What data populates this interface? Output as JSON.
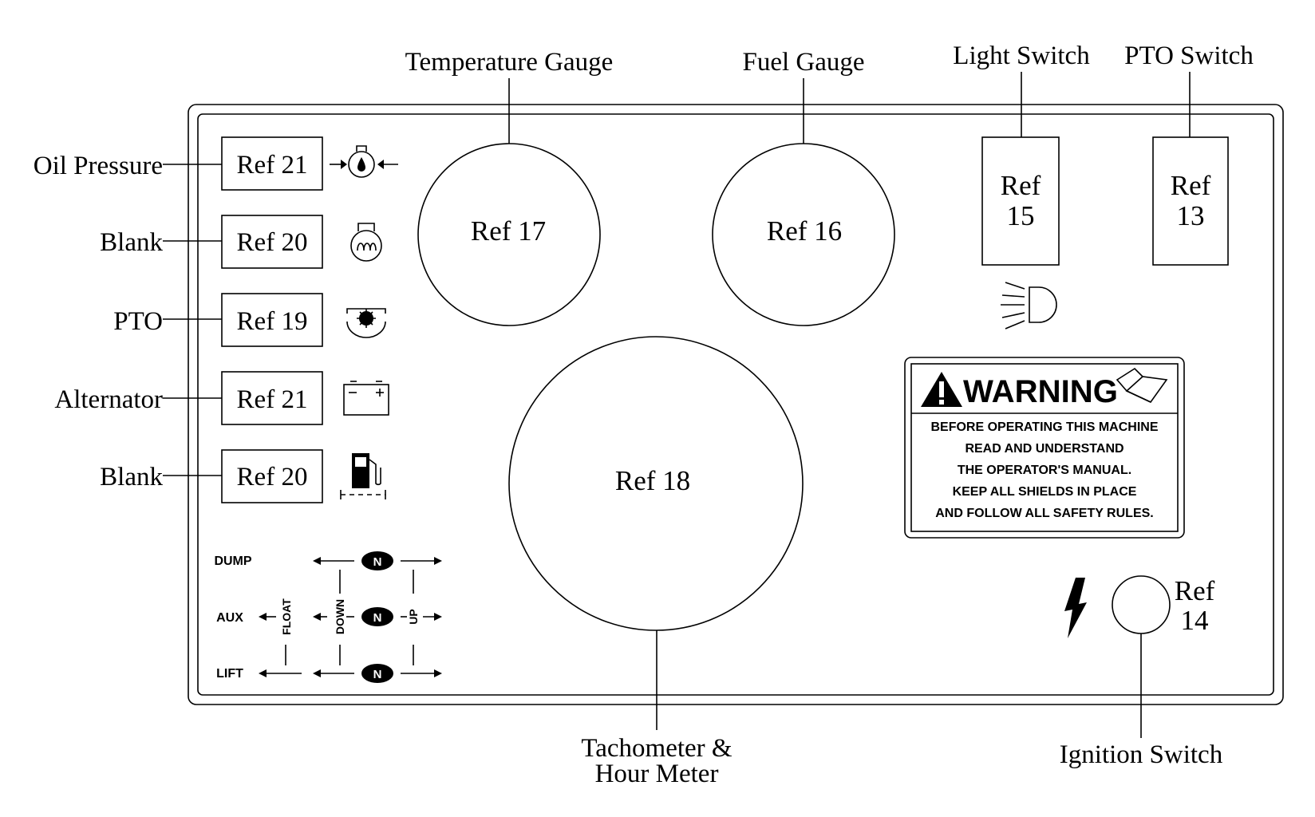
{
  "callouts": {
    "temperature_gauge": "Temperature Gauge",
    "fuel_gauge": "Fuel Gauge",
    "light_switch": "Light Switch",
    "pto_switch": "PTO Switch",
    "oil_pressure": "Oil Pressure",
    "blank_1": "Blank",
    "pto": "PTO",
    "alternator": "Alternator",
    "blank_2": "Blank",
    "tachometer_line1": "Tachometer &",
    "tachometer_line2": "Hour Meter",
    "ignition_switch": "Ignition Switch"
  },
  "refs": {
    "oil_pressure": "Ref 21",
    "blank_1": "Ref 20",
    "pto": "Ref 19",
    "alternator": "Ref 21",
    "blank_2": "Ref 20",
    "temperature_gauge": "Ref 17",
    "fuel_gauge": "Ref 16",
    "tachometer": "Ref 18",
    "light_switch_line1": "Ref",
    "light_switch_line2": "15",
    "pto_switch_line1": "Ref",
    "pto_switch_line2": "13",
    "ignition_line1": "Ref",
    "ignition_line2": "14"
  },
  "warning": {
    "title": "WARNING",
    "lines": [
      "BEFORE OPERATING THIS MACHINE",
      "READ AND UNDERSTAND",
      "THE OPERATOR'S MANUAL.",
      "KEEP ALL SHIELDS IN PLACE",
      "AND FOLLOW ALL SAFETY RULES."
    ]
  },
  "lever_chart": {
    "dump": "DUMP",
    "aux": "AUX",
    "lift": "LIFT",
    "float": "FLOAT",
    "down": "DOWN",
    "up": "UP",
    "neutral": "N"
  },
  "icons": {
    "oil_pressure": "oil-can-icon",
    "blank_1": "glow-plug-icon",
    "pto": "pto-icon",
    "alternator": "battery-icon",
    "blank_2": "fuel-pump-icon",
    "light": "headlight-icon",
    "ignition": "lightning-icon",
    "warning": "warning-triangle-icon",
    "manual": "open-book-icon"
  }
}
